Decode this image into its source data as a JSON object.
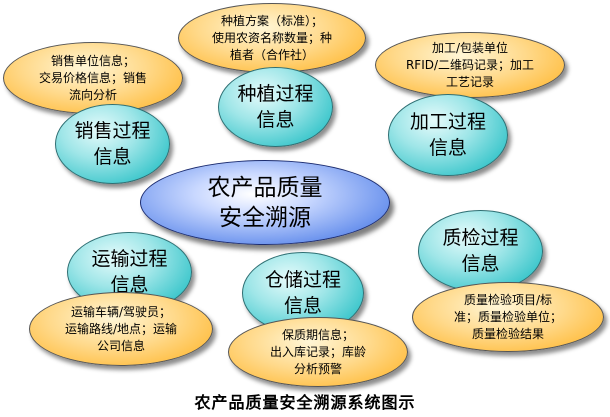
{
  "center": {
    "text": "农产品质量\n安全溯源"
  },
  "processes": {
    "planting": "种植过程\n信息",
    "sales": "销售过程\n信息",
    "processing": "加工过程\n信息",
    "transport": "运输过程\n信息",
    "storage": "仓储过程\n信息",
    "inspection": "质检过程\n信息"
  },
  "details": {
    "planting": "种植方案（标准）；\n使用农资名称数量；种\n植者（合作社）",
    "sales": "销售单位信息；\n交易价格信息；销售\n流向分析",
    "processing": "加工/包装单位\nRFID/二维码记录；加工\n工艺记录",
    "transport": "运输车辆/驾驶员；\n运输路线/地点；运输\n公司信息",
    "storage": "保质期信息；\n出入库记录；库龄\n分析预警",
    "inspection": "质量检验项目/标\n准；质量检验单位；\n质量检验结果"
  },
  "caption": "农产品质量安全溯源系统图示"
}
